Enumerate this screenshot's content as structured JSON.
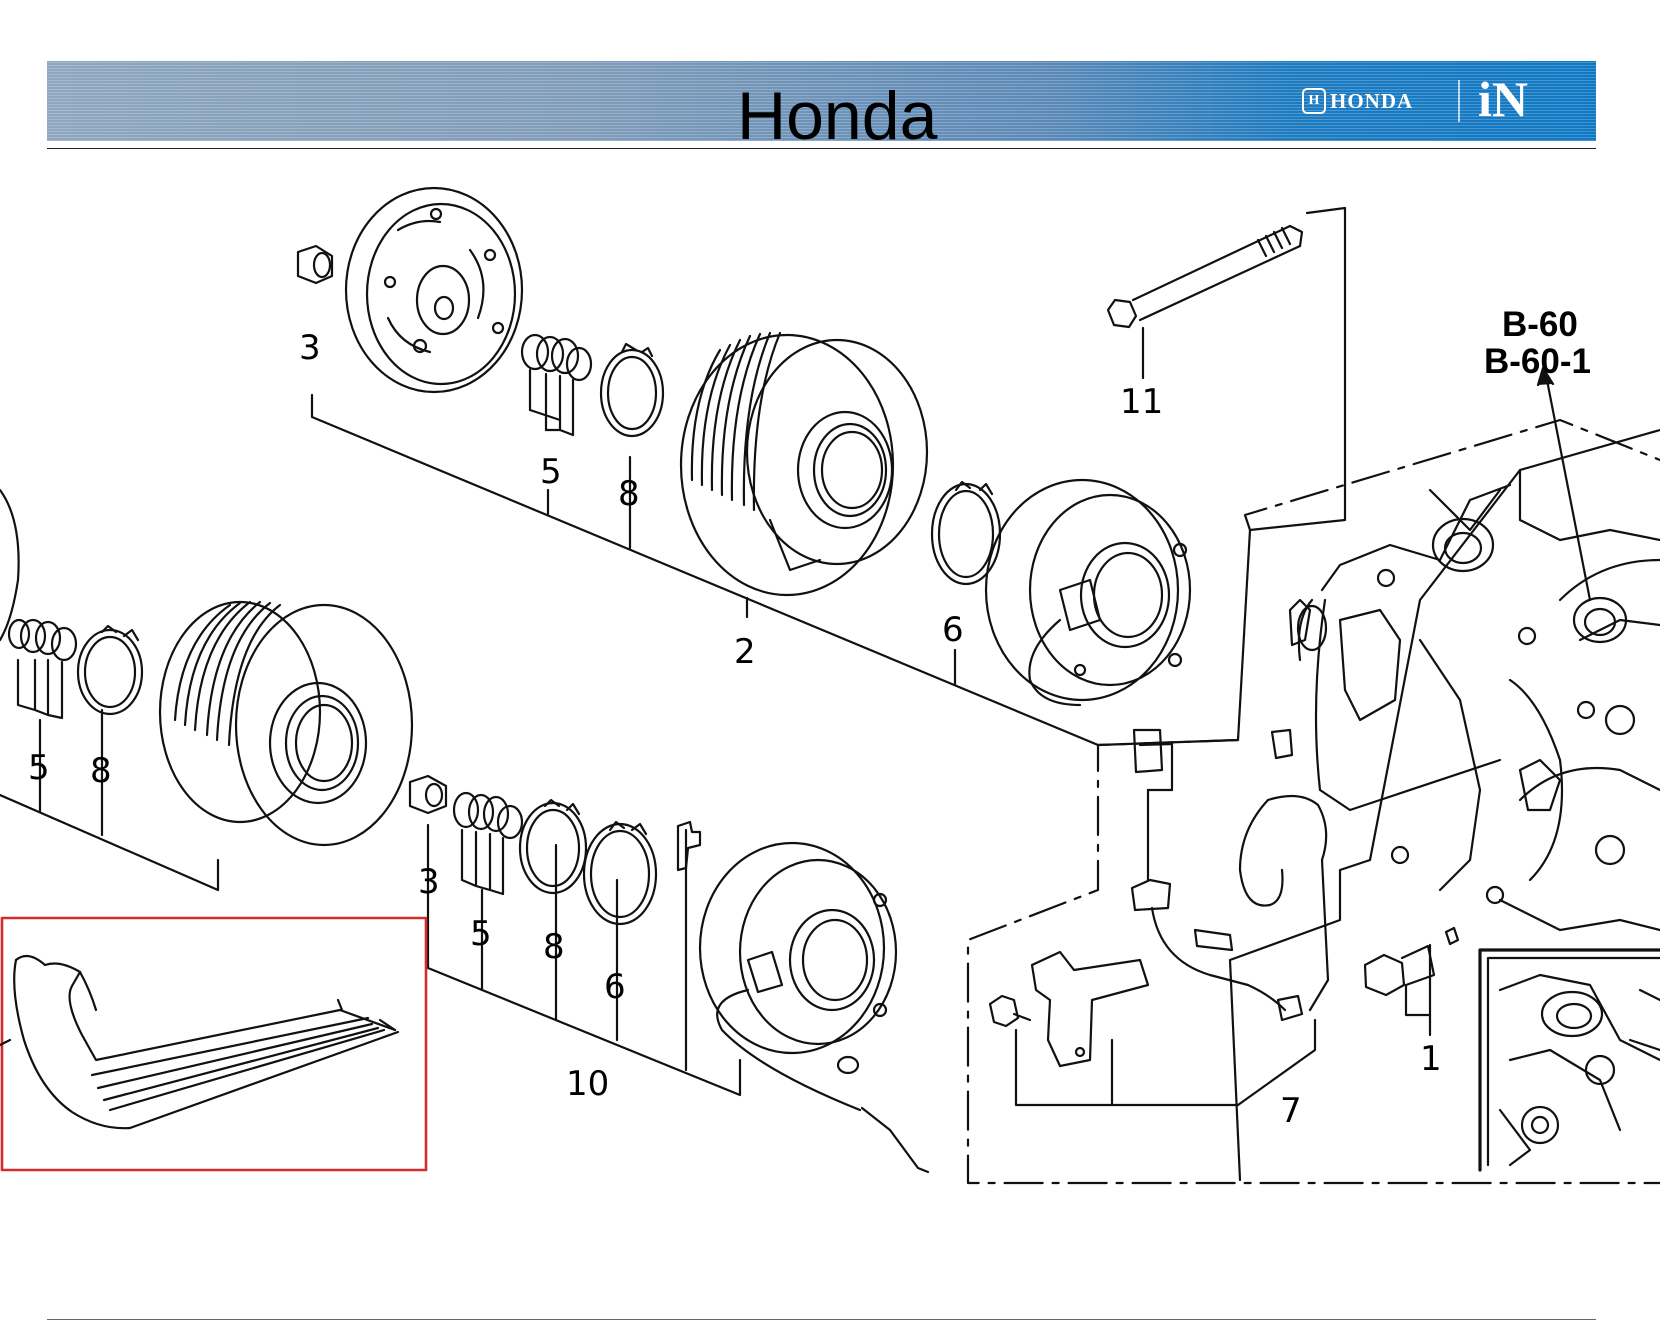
{
  "header": {
    "title": "Honda",
    "brand_name": "HONDA",
    "brand_h": "H",
    "partner_logo": "iN",
    "colors": {
      "band_left": "#8ea6bf",
      "band_right": "#0f78c4"
    }
  },
  "diagram": {
    "callouts": {
      "c1": "1",
      "c2": "2",
      "c3a": "3",
      "c3b": "3",
      "c5a": "5",
      "c5b": "5",
      "c5c": "5",
      "c6a": "6",
      "c6b": "6",
      "c7": "7",
      "c8a": "8",
      "c8b": "8",
      "c8c": "8",
      "c10": "10",
      "c11": "11"
    },
    "reference_top": "B-60",
    "reference_bottom": "B-60-1",
    "highlight_color": "#d62b2b"
  }
}
